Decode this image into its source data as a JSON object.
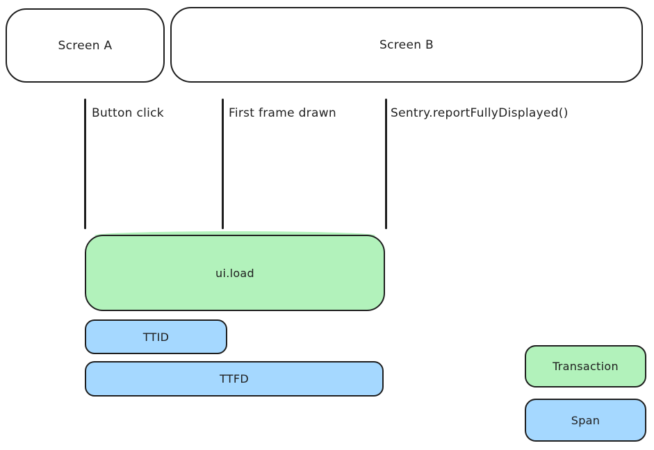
{
  "diagram": {
    "screens": [
      {
        "label": "Screen A"
      },
      {
        "label": "Screen B"
      }
    ],
    "markers": [
      {
        "label": "Button click"
      },
      {
        "label": "First frame drawn"
      },
      {
        "label": "Sentry.reportFullyDisplayed()"
      }
    ],
    "bars": [
      {
        "label": "ui.load",
        "kind": "transaction"
      },
      {
        "label": "TTID",
        "kind": "span"
      },
      {
        "label": "TTFD",
        "kind": "span"
      }
    ],
    "legend": [
      {
        "label": "Transaction",
        "color": "#b2f2bb"
      },
      {
        "label": "Span",
        "color": "#a5d8ff"
      }
    ],
    "colors": {
      "transaction_fill": "#b2f2bb",
      "span_fill": "#a5d8ff",
      "stroke": "#1e1e1e",
      "background": "#ffffff"
    }
  }
}
